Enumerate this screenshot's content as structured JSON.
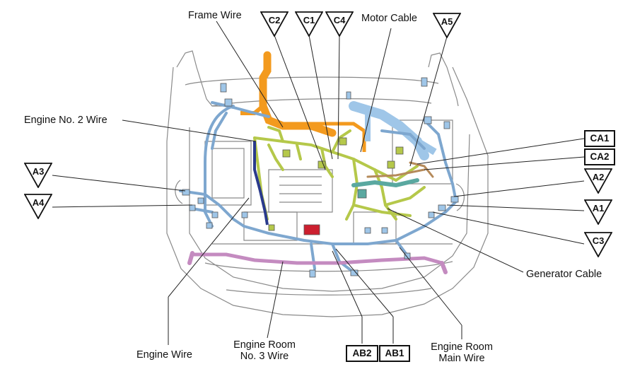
{
  "labels": {
    "frame_wire": "Frame Wire",
    "motor_cable": "Motor Cable",
    "engine_no2_wire": "Engine No. 2 Wire",
    "generator_cable": "Generator Cable",
    "engine_wire": "Engine Wire",
    "engine_room_no3_wire_l1": "Engine Room",
    "engine_room_no3_wire_l2": "No. 3 Wire",
    "engine_room_main_wire_l1": "Engine Room",
    "engine_room_main_wire_l2": "Main Wire"
  },
  "connectors": {
    "c2": "C2",
    "c1": "C1",
    "c4": "C4",
    "a5": "A5",
    "a3": "A3",
    "a4": "A4",
    "a2": "A2",
    "a1": "A1",
    "c3": "C3",
    "ca1": "CA1",
    "ca2": "CA2",
    "ab2": "AB2",
    "ab1": "AB1"
  },
  "colors": {
    "frame_wire": "#f39a1e",
    "engine_no2_wire": "#b5c84a",
    "motor_cable": "#9fc6e8",
    "engine_room_main_wire": "#7ea7cf",
    "engine_room_no3_wire": "#c48bc0",
    "outline": "#8a8a8a"
  }
}
